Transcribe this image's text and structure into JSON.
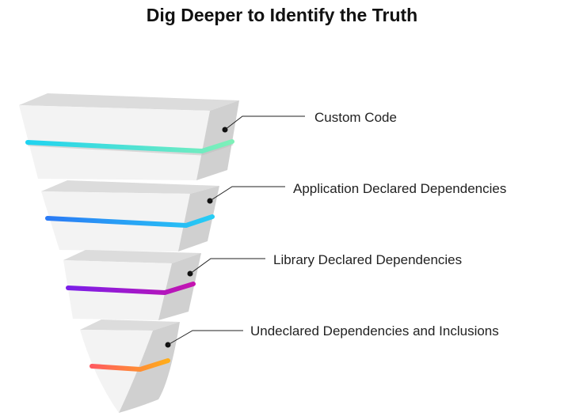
{
  "title": "Dig Deeper to Identify the Truth",
  "layers": [
    {
      "label": "Custom Code",
      "band_colors": [
        "#1fd3f0",
        "#7ef0b8"
      ]
    },
    {
      "label": "Application Declared Dependencies",
      "band_colors": [
        "#2a7af5",
        "#26cdf5"
      ]
    },
    {
      "label": "Library Declared Dependencies",
      "band_colors": [
        "#7a1ee8",
        "#c414b0"
      ]
    },
    {
      "label": "Undeclared Dependencies and Inclusions",
      "band_colors": [
        "#ff5a60",
        "#ffad1a"
      ]
    }
  ]
}
